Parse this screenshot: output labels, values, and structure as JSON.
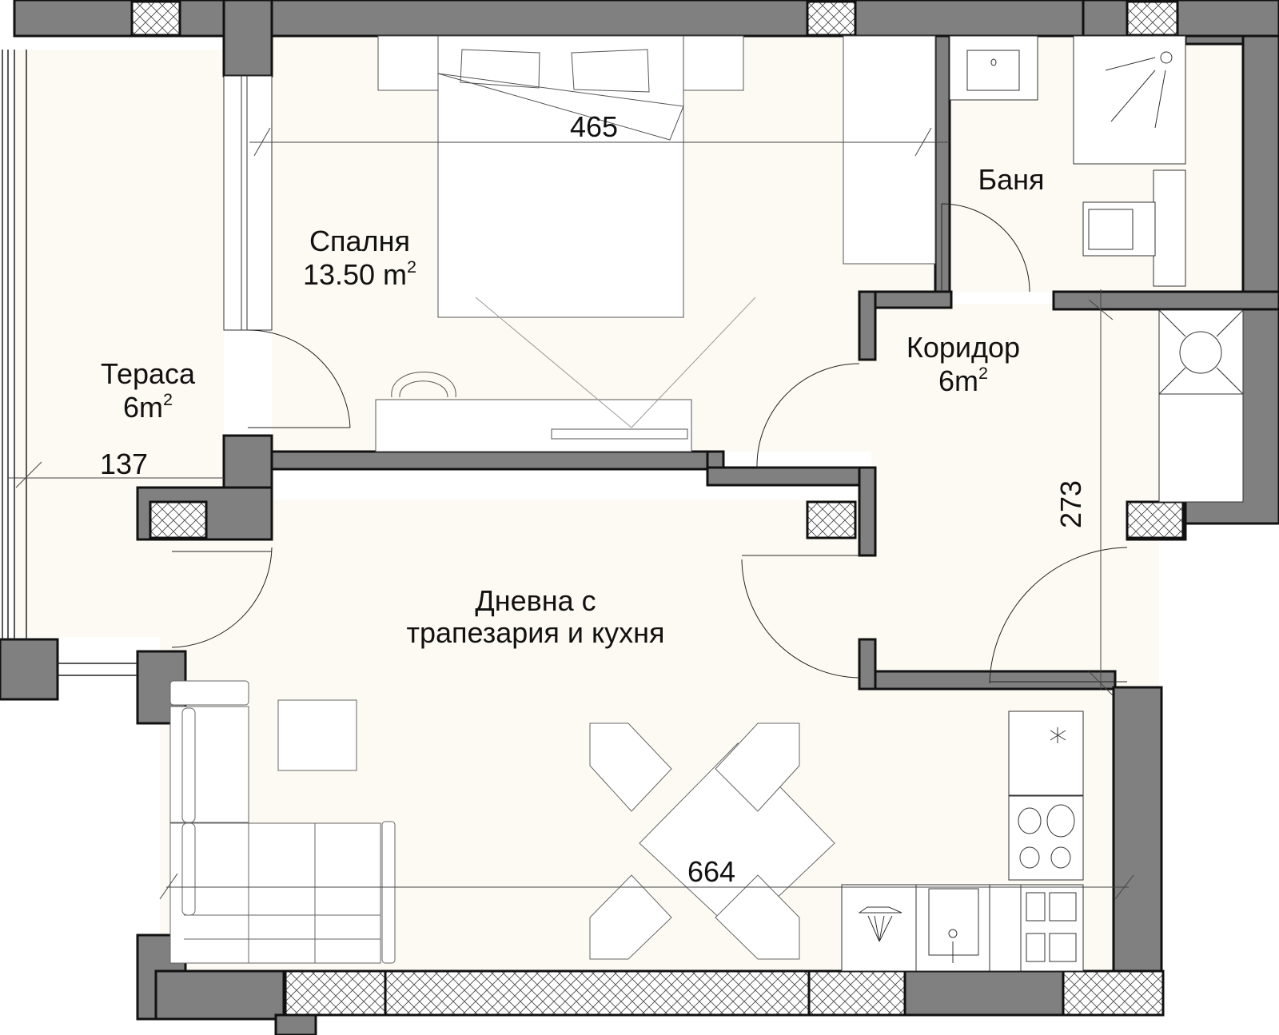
{
  "plan": {
    "colors": {
      "floor": "#fdfaf3",
      "wall": "#808080",
      "wall_outline": "#111111",
      "furniture": "#ffffff",
      "line": "#333333"
    },
    "rooms": [
      {
        "id": "bedroom",
        "name": "Спалня",
        "area": "13.50",
        "unit": "m",
        "unit_exp": "2"
      },
      {
        "id": "bathroom",
        "name": "Баня",
        "area": null
      },
      {
        "id": "corridor",
        "name": "Коридор",
        "area": "6",
        "unit": "m",
        "unit_exp": "2"
      },
      {
        "id": "terrace",
        "name": "Тераса",
        "area": "6",
        "unit": "m",
        "unit_exp": "2"
      },
      {
        "id": "living",
        "name_line1": "Дневна с",
        "name_line2": "трапезария и кухня"
      }
    ],
    "dimensions": {
      "bedroom_width": "465",
      "terrace_depth": "137",
      "corridor_length": "273",
      "living_width": "664"
    }
  }
}
